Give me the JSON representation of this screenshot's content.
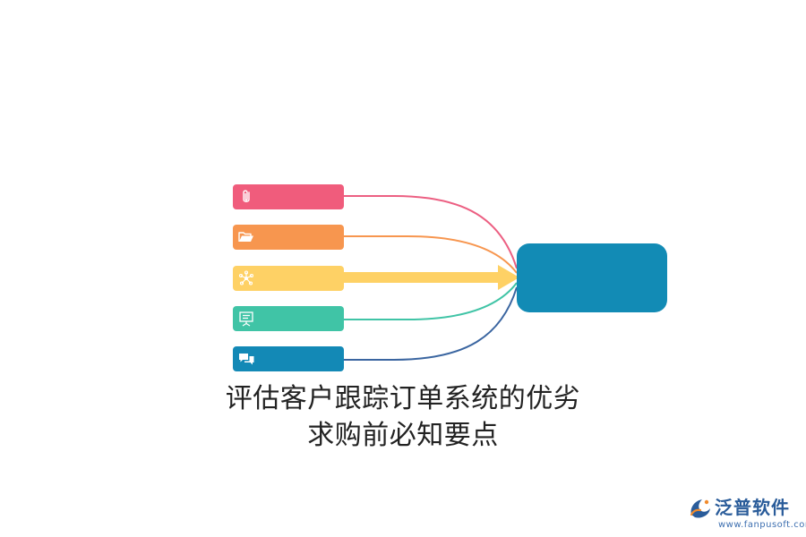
{
  "colors": {
    "pink": "#f05c7c",
    "orange": "#f7964f",
    "yellow": "#fed165",
    "teal": "#40c4a6",
    "blue": "#1389b6",
    "navy_line": "#3a65a0",
    "target": "#128bb5"
  },
  "items": [
    {
      "icon": "paperclip-icon",
      "color": "#f05c7c",
      "line_color": "#ec5f82"
    },
    {
      "icon": "folder-open-icon",
      "color": "#f7964f",
      "line_color": "#f7964f"
    },
    {
      "icon": "network-icon",
      "color": "#fed165",
      "line_color": "#fed165",
      "emphasized": true
    },
    {
      "icon": "presentation-board-icon",
      "color": "#40c4a6",
      "line_color": "#40c4a6"
    },
    {
      "icon": "chat-bubbles-icon",
      "color": "#1389b6",
      "line_color": "#3a65a0"
    }
  ],
  "caption": {
    "line1": "评估客户跟踪订单系统的优劣",
    "line2": "求购前必知要点"
  },
  "logo": {
    "name": "泛普软件",
    "url": "www.fanpusoft.com"
  }
}
